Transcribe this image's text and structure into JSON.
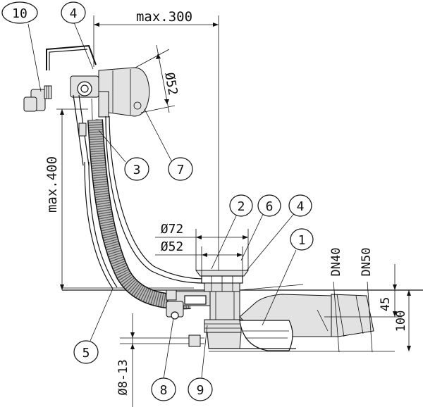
{
  "callouts": [
    {
      "id": "c10",
      "label": "10"
    },
    {
      "id": "c4a",
      "label": "4"
    },
    {
      "id": "c3",
      "label": "3"
    },
    {
      "id": "c7",
      "label": "7"
    },
    {
      "id": "c2",
      "label": "2"
    },
    {
      "id": "c6",
      "label": "6"
    },
    {
      "id": "c4b",
      "label": "4"
    },
    {
      "id": "c1",
      "label": "1"
    },
    {
      "id": "c5",
      "label": "5"
    },
    {
      "id": "c8",
      "label": "8"
    },
    {
      "id": "c9",
      "label": "9"
    }
  ],
  "dimensions": {
    "max_width": "max.300",
    "max_height": "max.400",
    "overflow_diameter": "Ø52",
    "waste_outer_diameter": "Ø72",
    "waste_inner_diameter": "Ø52",
    "outlet_dn40": "DN40",
    "outlet_dn50": "DN50",
    "outlet_height": "45",
    "total_height": "100",
    "hose_diameter": "Ø8-13"
  }
}
